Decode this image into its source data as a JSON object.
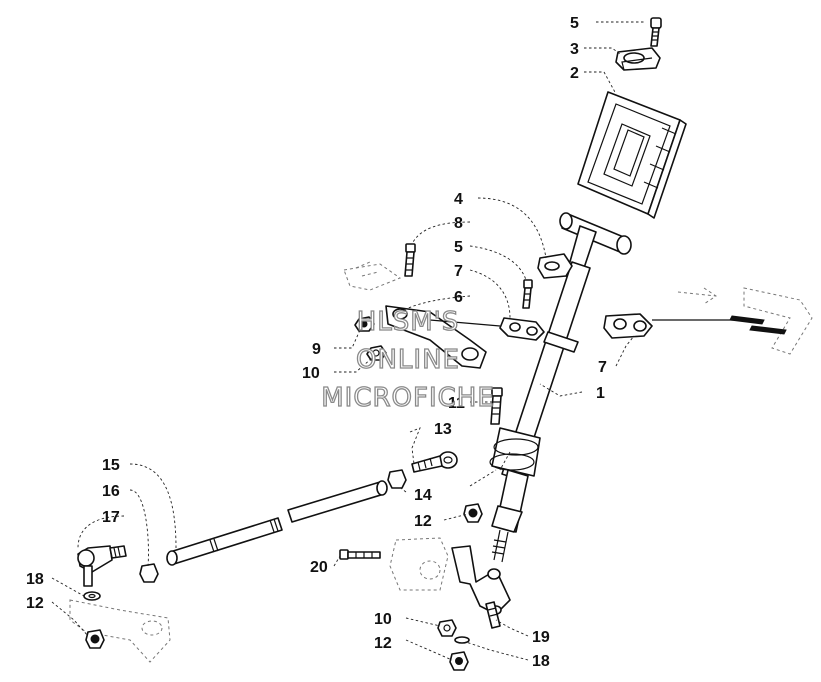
{
  "watermark": {
    "line1": "HLSM'S",
    "line2": "ONLINE",
    "line3": "MICROFICHE"
  },
  "callouts": [
    {
      "id": "c5-top",
      "label": "5"
    },
    {
      "id": "c3",
      "label": "3"
    },
    {
      "id": "c2",
      "label": "2"
    },
    {
      "id": "c4",
      "label": "4"
    },
    {
      "id": "c8",
      "label": "8"
    },
    {
      "id": "c5-mid",
      "label": "5"
    },
    {
      "id": "c7-left",
      "label": "7"
    },
    {
      "id": "c6",
      "label": "6"
    },
    {
      "id": "c9",
      "label": "9"
    },
    {
      "id": "c10-top",
      "label": "10"
    },
    {
      "id": "c7-right",
      "label": "7"
    },
    {
      "id": "c1",
      "label": "1"
    },
    {
      "id": "c11",
      "label": "11"
    },
    {
      "id": "c13",
      "label": "13"
    },
    {
      "id": "c15",
      "label": "15"
    },
    {
      "id": "c16",
      "label": "16"
    },
    {
      "id": "c17",
      "label": "17"
    },
    {
      "id": "c14",
      "label": "14"
    },
    {
      "id": "c12-mid",
      "label": "12"
    },
    {
      "id": "c18-left",
      "label": "18"
    },
    {
      "id": "c12-left",
      "label": "12"
    },
    {
      "id": "c20",
      "label": "20"
    },
    {
      "id": "c10-bottom",
      "label": "10"
    },
    {
      "id": "c19",
      "label": "19"
    },
    {
      "id": "c12-bottom",
      "label": "12"
    },
    {
      "id": "c18-bottom",
      "label": "18"
    }
  ]
}
